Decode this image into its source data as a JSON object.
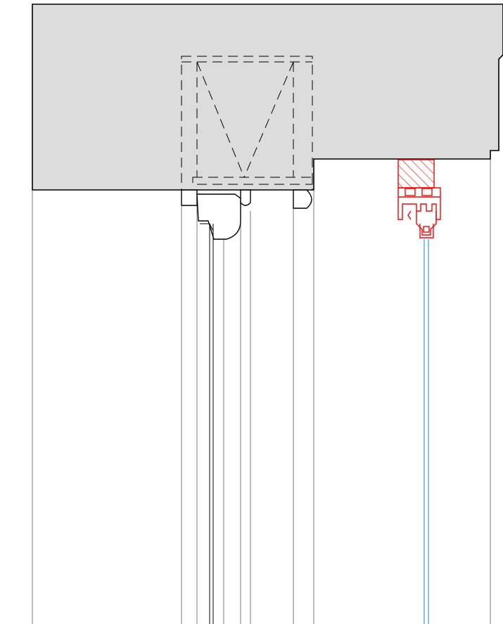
{
  "colors": {
    "background": "#ffffff",
    "ceiling_fill": "#dcdcdc",
    "line_black": "#000000",
    "line_thin": "#555555",
    "profile_red": "#ff0000",
    "glass_blue": "#4aa3df"
  },
  "elements": {
    "ceiling_slab": "ceiling-slab",
    "blind_box": "roller-blind-box",
    "blind_rail": "blind-rail-profile",
    "timber_insert": "hatched-timber-insert",
    "aluminium_profile": "aluminium-frame-profile",
    "glass_pane": "glass-pane"
  }
}
